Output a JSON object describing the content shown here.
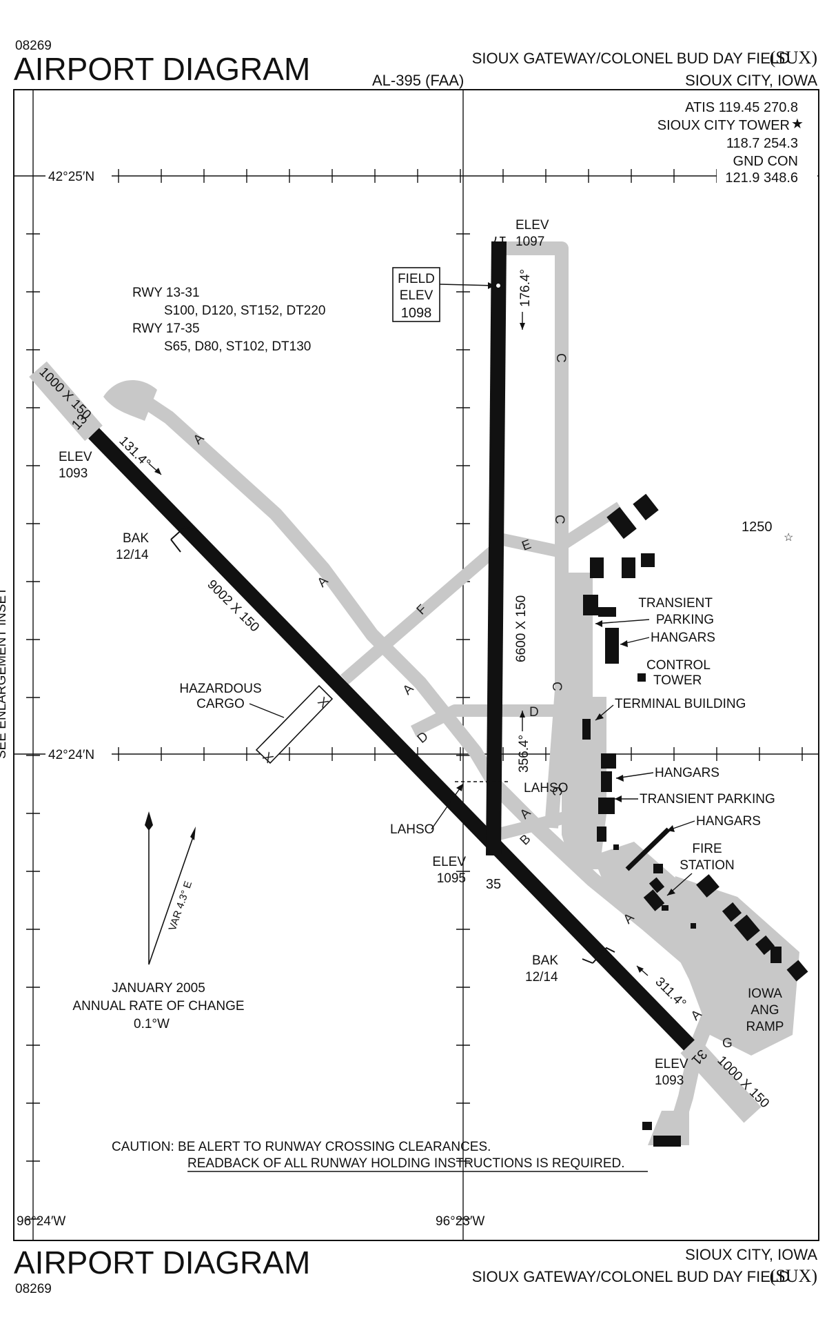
{
  "header": {
    "chart_number": "08269",
    "title": "AIRPORT DIAGRAM",
    "procedure_id": "AL-395 (FAA)",
    "airport_name": "SIOUX GATEWAY/COLONEL BUD DAY FIELD",
    "airport_id": "(SUX)",
    "city_state": "SIOUX CITY, IOWA"
  },
  "frequencies": {
    "atis": "ATIS 119.45  270.8",
    "tower_label": "SIOUX CITY TOWER",
    "tower_star": "★",
    "tower_freq": "118.7  254.3",
    "gnd_label": "GND CON",
    "gnd_freq": "121.9  348.6"
  },
  "coordinates": {
    "lat_top": "42°25′N",
    "lat_mid": "42°24′N",
    "lon_left": "96°24′W",
    "lon_mid": "96°23′W",
    "left_edge_text": "SEE ENLARGEMENT INSET"
  },
  "runway_strength": {
    "rwy1": "RWY 13-31",
    "rwy1_values": "S100, D120, ST152, DT220",
    "rwy2": "RWY 17-35",
    "rwy2_values": "S65, D80, ST102, DT130"
  },
  "field_elev": {
    "line1": "FIELD",
    "line2": "ELEV",
    "value": "1098"
  },
  "runways": {
    "r17": {
      "number": "17",
      "elev_label": "ELEV",
      "elev": "1097",
      "heading": "176.4°"
    },
    "r35": {
      "number": "35",
      "elev_label": "ELEV",
      "elev": "1095",
      "heading": "356.4°"
    },
    "r13": {
      "number": "13",
      "elev_label": "ELEV",
      "elev": "1093",
      "heading": "131.4°",
      "overrun": "1000 X 150"
    },
    "r31": {
      "number": "31",
      "elev_label": "ELEV",
      "elev": "1093",
      "heading": "311.4°",
      "overrun": "1000 X 150"
    },
    "dim_13_31": "9002 X 150",
    "dim_17_35": "6600 X 150"
  },
  "arresting_gear": {
    "nw_label": "BAK",
    "nw_value": "12/14",
    "se_label": "BAK",
    "se_value": "12/14"
  },
  "taxiways": {
    "a": "A",
    "b": "B",
    "c": "C",
    "d": "D",
    "e": "E",
    "f": "F",
    "g": "G",
    "x": "X"
  },
  "labels": {
    "hazardous_1": "HAZARDOUS",
    "hazardous_2": "CARGO",
    "transient_1": "TRANSIENT",
    "transient_2": "PARKING",
    "hangars": "HANGARS",
    "control_1": "CONTROL",
    "control_2": "TOWER",
    "terminal": "TERMINAL BUILDING",
    "transient_parking": "TRANSIENT PARKING",
    "fire_1": "FIRE",
    "fire_2": "STATION",
    "lahso": "LAHSO",
    "iowa_1": "IOWA",
    "iowa_2": "ANG",
    "iowa_3": "RAMP",
    "obstacle": "1250"
  },
  "variation": {
    "var": "VAR 4.3° E",
    "date": "JANUARY 2005",
    "rate_label": "ANNUAL RATE OF CHANGE",
    "rate": "0.1°W"
  },
  "caution": {
    "line1": "CAUTION: BE ALERT TO RUNWAY CROSSING CLEARANCES.",
    "line2": "READBACK OF ALL RUNWAY HOLDING INSTRUCTIONS IS REQUIRED."
  },
  "colors": {
    "runway": "#111111",
    "taxiway": "#c8c8c8",
    "building": "#111111",
    "ink": "#111111"
  }
}
